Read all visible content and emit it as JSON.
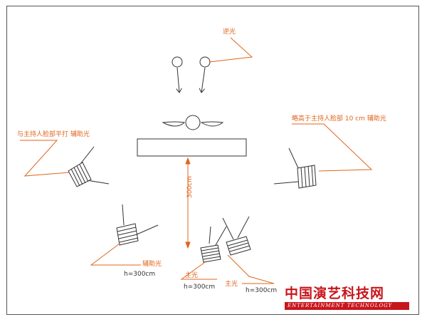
{
  "labels": {
    "backlight": "逆光",
    "right_fill": "略高于主持人脸部 10 cm 辅助光",
    "left_fill": "与主持人脸部平打  辅助光",
    "distance": "300cm",
    "lower_fill": "辅助光",
    "lower_fill_h": "h=300cm",
    "key_light_1": "主光",
    "key_light_1_h": "h=300cm",
    "key_light_2": "主光",
    "key_light_2_h": "h=300cm"
  },
  "logo": {
    "main": "中国演艺科技网",
    "sub": "ENTERTAINMENT TECHNOLOGY"
  },
  "colors": {
    "annotation": "#e0651c",
    "lines": "#333333",
    "logo": "#c8161d"
  }
}
